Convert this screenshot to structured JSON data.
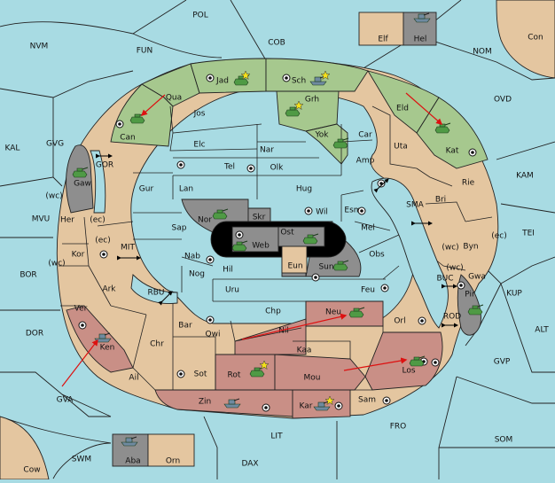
{
  "colors": {
    "sea": "#a8dbe3",
    "neutral_land": "#e4c6a0",
    "green_power": "#a6c88e",
    "red_power": "#c98f86",
    "grey_power": "#8e8e8e",
    "green_unit": "#4f9a45",
    "grey_unit": "#6f8aa0",
    "order_arrow": "#dd1111"
  },
  "provinces": {
    "POL": "POL",
    "COB": "COB",
    "NOM": "NOM",
    "Con": "Con",
    "Elf": "Elf",
    "Hel": "Hel",
    "NVM": "NVM",
    "FUN": "FUN",
    "OVD": "OVD",
    "KAL": "KAL",
    "GVG": "GVG",
    "KAM": "KAM",
    "TEI": "TEI",
    "MVU": "MVU",
    "BOR": "BOR",
    "KUP": "KUP",
    "ALT": "ALT",
    "DOR": "DOR",
    "GVP": "GVP",
    "GVA": "GVA",
    "FRO": "FRO",
    "SOM": "SOM",
    "LIT": "LIT",
    "SWM": "SWM",
    "DAX": "DAX",
    "Cow": "Cow",
    "Aba": "Aba",
    "Orn": "Orn",
    "Jad": "Jad",
    "Sch": "Sch",
    "Qua": "Qua",
    "Grh": "Grh",
    "Eld": "Eld",
    "Can": "Can",
    "Jos": "Jos",
    "Yok": "Yok",
    "Car": "Car",
    "Uta": "Uta",
    "Kat": "Kat",
    "Elc": "Elc",
    "Nar": "Nar",
    "Tel": "Tel",
    "Olk": "Olk",
    "Amp": "Amp",
    "Gur": "Gur",
    "Lan": "Lan",
    "Hug": "Hug",
    "Rie": "Rie",
    "Bri": "Bri",
    "GOR": "GOR",
    "Gaw": "Gaw",
    "SMA": "SMA",
    "Nor": "Nor",
    "Wil": "Wil",
    "Esm": "Esm",
    "Skr": "Skr",
    "Ost": "Ost",
    "Web": "Web",
    "Mel": "Mel",
    "Sap": "Sap",
    "Her": "Her",
    "Byn": "Byn",
    "Kor": "Kor",
    "MIT": "MIT",
    "Nab": "Nab",
    "Eun": "Eun",
    "Sun": "Sun",
    "Obs": "Obs",
    "Gwa": "Gwa",
    "Hil": "Hil",
    "Nog": "Nog",
    "Ark": "Ark",
    "RBU": "RBU",
    "Uru": "Uru",
    "Feu": "Feu",
    "BUC": "BUC",
    "Pir": "Pir",
    "Ver": "Ver",
    "Chp": "Chp",
    "Neu": "Neu",
    "Bar": "Bar",
    "Qwi": "Qwi",
    "Nil": "Nil",
    "Orl": "Orl",
    "ROD": "ROD",
    "Ken": "Ken",
    "Chr": "Chr",
    "Kaa": "Kaa",
    "Sot": "Sot",
    "Rot": "Rot",
    "Mou": "Mou",
    "Los": "Los",
    "Ail": "Ail",
    "Zin": "Zin",
    "Kar": "Kar",
    "Sam": "Sam"
  },
  "coast_tags": {
    "wc": "(wc)",
    "ec": "(ec)"
  }
}
